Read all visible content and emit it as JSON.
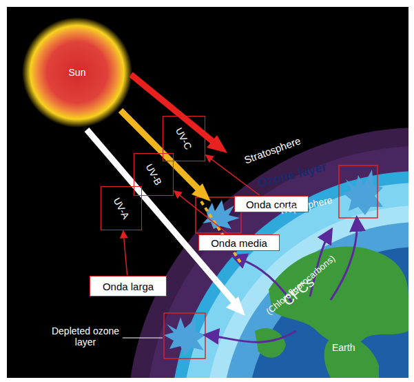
{
  "diagram": {
    "nodes": [
      {
        "text": [
          "Sun"
        ]
      },
      {
        "text": [
          "UV-C"
        ]
      },
      {
        "text": [
          "UV-B"
        ]
      },
      {
        "text": [
          "UV-A"
        ]
      },
      {
        "text": [
          "Onda corta"
        ]
      },
      {
        "text": [
          "Onda media"
        ]
      },
      {
        "text": [
          "Onda larga"
        ]
      }
    ],
    "edges": [
      {
        "from": 4,
        "to": 1,
        "arrow": "to"
      },
      {
        "from": 5,
        "to": 2,
        "arrow": "to"
      },
      {
        "from": 6,
        "to": 3,
        "arrow": "to"
      }
    ],
    "labels": [
      "Stratosphere",
      "Ozone layer",
      "Troposphere",
      "Depleted ozone layer",
      "CFCs",
      "(Chlorofluorocarbons)",
      "Earth"
    ]
  }
}
